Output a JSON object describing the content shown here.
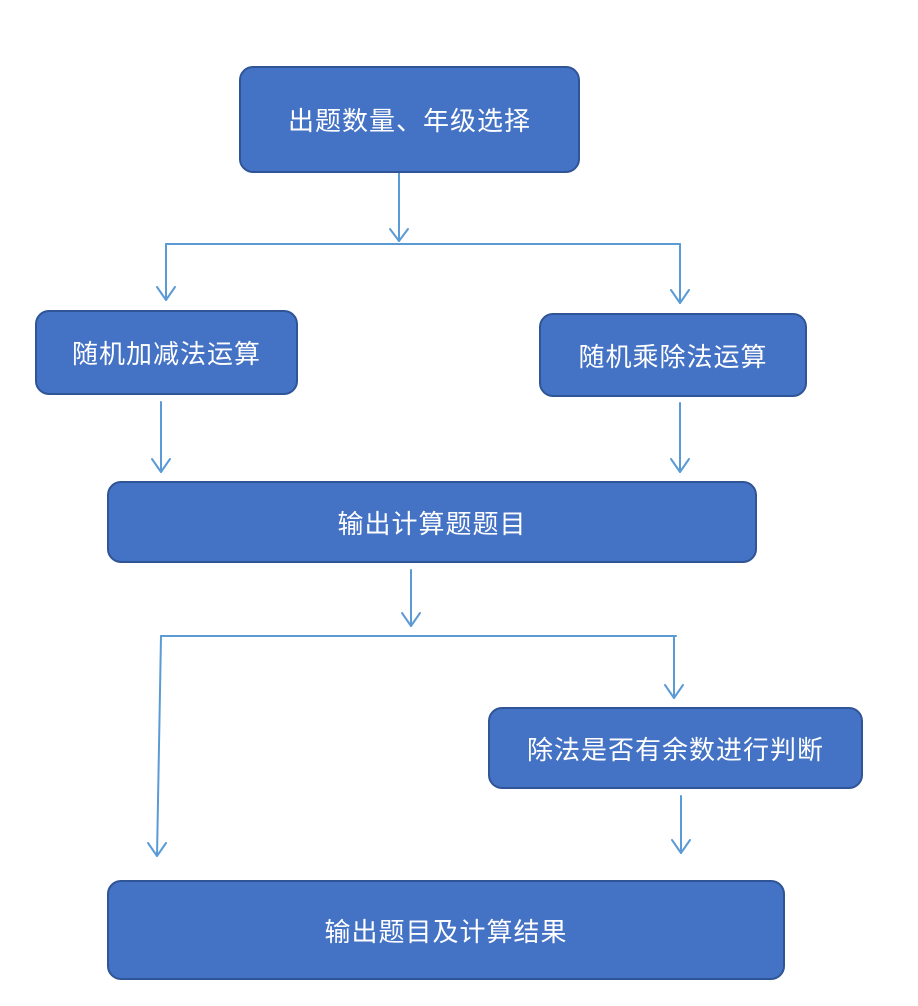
{
  "colors": {
    "box_fill": "#4472C4",
    "box_border": "#2F5597",
    "connector": "#5B9BD5",
    "text": "#FFFFFF"
  },
  "nodes": {
    "setup": "出题数量、年级选择",
    "add_sub": "随机加减法运算",
    "mul_div": "随机乘除法运算",
    "output_questions": "输出计算题题目",
    "remainder_check": "除法是否有余数进行判断",
    "output_results": "输出题目及计算结果"
  }
}
